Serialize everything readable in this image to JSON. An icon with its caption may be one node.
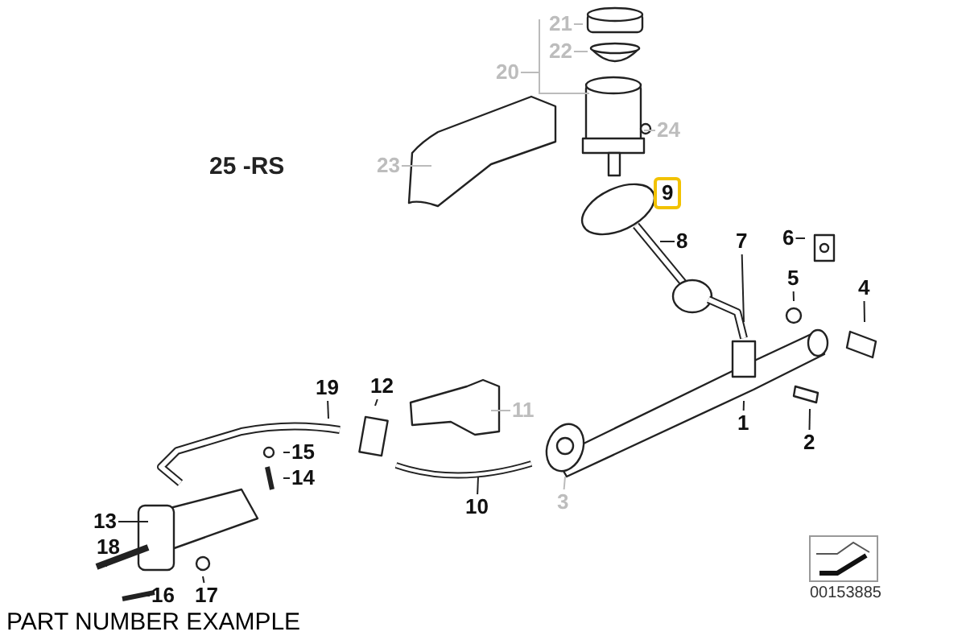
{
  "diagram": {
    "caption": "PART NUMBER EXAMPLE",
    "nodes": [
      {
        "text": [
          "21"
        ]
      },
      {
        "text": [
          "20"
        ]
      },
      {
        "text": [
          "22"
        ]
      },
      {
        "text": [
          "24"
        ]
      },
      {
        "text": [
          "23"
        ]
      },
      {
        "text": [
          "9"
        ]
      },
      {
        "text": [
          "8"
        ]
      },
      {
        "text": [
          "7"
        ]
      },
      {
        "text": [
          "6"
        ]
      },
      {
        "text": [
          "5"
        ]
      },
      {
        "text": [
          "4"
        ]
      },
      {
        "text": [
          "19"
        ]
      },
      {
        "text": [
          "12"
        ]
      },
      {
        "text": [
          "11"
        ]
      },
      {
        "text": [
          "15"
        ]
      },
      {
        "text": [
          "14"
        ]
      },
      {
        "text": [
          "1"
        ]
      },
      {
        "text": [
          "2"
        ]
      },
      {
        "text": [
          "3"
        ]
      },
      {
        "text": [
          "10"
        ]
      },
      {
        "text": [
          "13"
        ]
      },
      {
        "text": [
          "18"
        ]
      },
      {
        "text": [
          "16"
        ]
      },
      {
        "text": [
          "17"
        ]
      }
    ],
    "edges": [
      {
        "from": 0,
        "to": null,
        "arrow": "none",
        "color": "#bbbbbb"
      },
      {
        "from": 1,
        "to": null,
        "arrow": "none",
        "color": "#bbbbbb"
      },
      {
        "from": 2,
        "to": null,
        "arrow": "none",
        "color": "#bbbbbb"
      },
      {
        "from": 3,
        "to": null,
        "arrow": "none",
        "color": "#bbbbbb"
      },
      {
        "from": 4,
        "to": null,
        "arrow": "none",
        "color": "#bbbbbb"
      },
      {
        "from": 6,
        "to": null,
        "arrow": "none"
      },
      {
        "from": 7,
        "to": null,
        "arrow": "none"
      },
      {
        "from": 8,
        "to": null,
        "arrow": "none"
      },
      {
        "from": 9,
        "to": null,
        "arrow": "none"
      },
      {
        "from": 10,
        "to": null,
        "arrow": "none"
      },
      {
        "from": 11,
        "to": null,
        "arrow": "none"
      },
      {
        "from": 12,
        "to": null,
        "arrow": "none"
      },
      {
        "from": 13,
        "to": null,
        "arrow": "none",
        "color": "#bbbbbb"
      },
      {
        "from": 14,
        "to": null,
        "arrow": "none"
      },
      {
        "from": 15,
        "to": null,
        "arrow": "none"
      },
      {
        "from": 16,
        "to": null,
        "arrow": "none"
      },
      {
        "from": 17,
        "to": null,
        "arrow": "none"
      },
      {
        "from": 18,
        "to": null,
        "arrow": "none",
        "color": "#bbbbbb"
      },
      {
        "from": 19,
        "to": null,
        "arrow": "none"
      },
      {
        "from": 20,
        "to": null,
        "arrow": "none"
      },
      {
        "from": 21,
        "to": null,
        "arrow": "none"
      },
      {
        "from": 22,
        "to": null,
        "arrow": "none"
      },
      {
        "from": 23,
        "to": null,
        "arrow": "none"
      }
    ],
    "labels": [
      "25 -RS",
      "00153885"
    ]
  }
}
